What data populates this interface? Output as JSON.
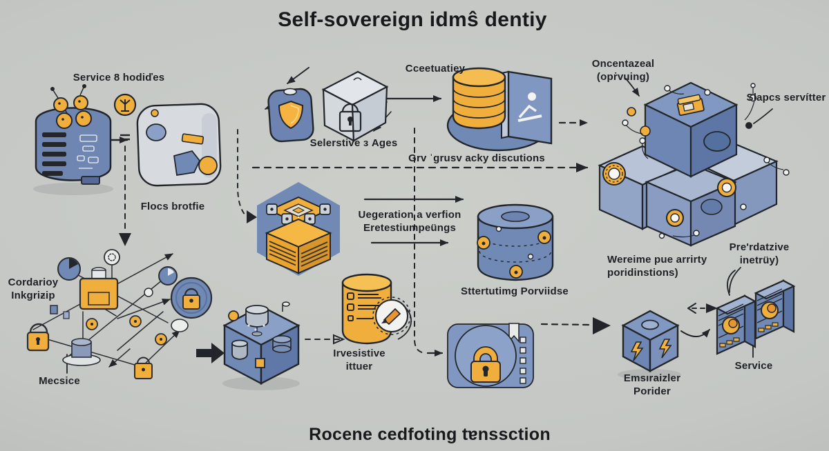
{
  "canvas": {
    "background": "#c4c7c4",
    "ink": "#22262a"
  },
  "palette": {
    "blue": "#7089b5",
    "blue_dark": "#5f78a8",
    "blue_pale": "#aebdd6",
    "gray_cube": "#d6dade",
    "yellow": "#f0af3d"
  },
  "title_top": "Self-sovereign idmŝ dentiy",
  "title_bottom": "Rocene cedfoting tɐnssction",
  "labels": {
    "service_nodes": "Service 8 hodiďes",
    "flocs_profile": "Flocs brotfie",
    "credential_top": "Cceetuatiey",
    "selective_ages": "Selerstive з Ages",
    "privacy_discussions": "Grv ˈgrusv acky discutions",
    "decentralized_1": "Oncentazeal",
    "decentralized_2": "(opṙvuing)",
    "slapcs_server": "Slapcs servítter",
    "verification_1": "Uegeration a verfion",
    "verification_2": "Eretestiumpeüngs",
    "identity_provider": "Sttertutimg Porviidse",
    "corda_1": "Cordarioy",
    "corda_2": "Inkgriƶip",
    "mecsice": "Mecsice",
    "issuer_1": "Irvesistive",
    "issuer_2": "ittuer",
    "wereime_1": "Wereime pue arrirty",
    "wereime_2": "poridinstions)",
    "predative_1": "Pre'rdatzive",
    "predative_2": "inetrüy)",
    "enabler_1": "Emsıraizler",
    "enabler_2": "Porider",
    "service": "Service"
  }
}
